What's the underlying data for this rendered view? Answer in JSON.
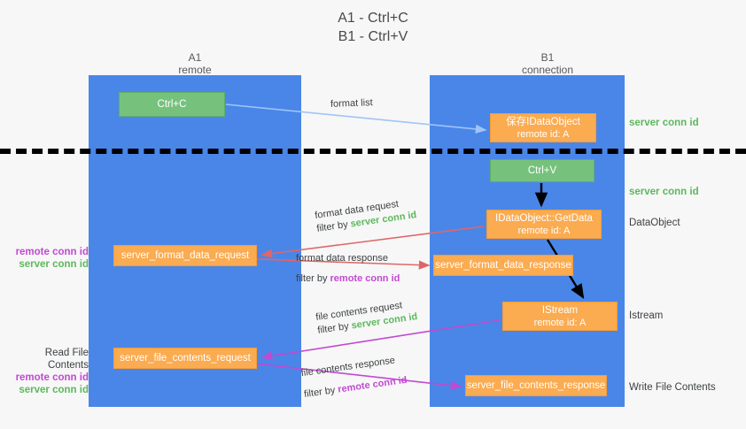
{
  "title": {
    "line1": "A1 - Ctrl+C",
    "line2": "B1 - Ctrl+V"
  },
  "columns": {
    "left": {
      "name": "A1",
      "role": "remote"
    },
    "right": {
      "name": "B1",
      "role": "connection"
    }
  },
  "colors": {
    "lane": "#4a86e8",
    "green_box": "#76c27d",
    "orange_box": "#fbab50",
    "server_conn_id": "#5cb85c",
    "remote_conn_id": "#c04ad0",
    "arrow_blue": "#9fc5f8",
    "arrow_red": "#e06666",
    "arrow_magenta": "#c04ad0",
    "arrow_black": "#000000"
  },
  "nodes": {
    "ctrl_c": {
      "label": "Ctrl+C"
    },
    "idataobject": {
      "line1": "保存IDataObject",
      "line2": "remote id: A"
    },
    "ctrl_v": {
      "label": "Ctrl+V"
    },
    "getdata": {
      "line1": "IDataObject::GetData",
      "line2": "remote id: A"
    },
    "istream": {
      "line1": "IStream",
      "line2": "remote id: A"
    },
    "server_format_data_request": {
      "label": "server_format_data_request"
    },
    "server_format_data_response": {
      "label": "server_format_data_response"
    },
    "server_file_contents_request": {
      "label": "server_file_contents_request"
    },
    "server_file_contents_response": {
      "label": "server_file_contents_response"
    }
  },
  "edges": {
    "format_list": {
      "label": "format list"
    },
    "format_data_request": {
      "line1": "format data request",
      "filter_prefix": "filter by ",
      "filter_value": "server conn id"
    },
    "format_data_response": {
      "line1": "format data response",
      "filter_prefix": "filter by ",
      "filter_value": "remote conn id"
    },
    "file_contents_request": {
      "line1": "file contents request",
      "filter_prefix": "filter by ",
      "filter_value": "server conn id"
    },
    "file_contents_response": {
      "line1": "file contents response",
      "filter_prefix": "filter by ",
      "filter_value": "remote conn id"
    }
  },
  "annotations": {
    "right": {
      "server_conn_id_top": "server conn id",
      "server_conn_id_mid": "server conn id",
      "dataobject": "DataObject",
      "istream": "Istream",
      "write_file_contents": "Write File Contents"
    },
    "left": {
      "remote_conn_id_1": "remote conn id",
      "server_conn_id_1": "server conn id",
      "read_file_contents": "Read File Contents",
      "remote_conn_id_2": "remote conn id",
      "server_conn_id_2": "server conn id"
    }
  }
}
